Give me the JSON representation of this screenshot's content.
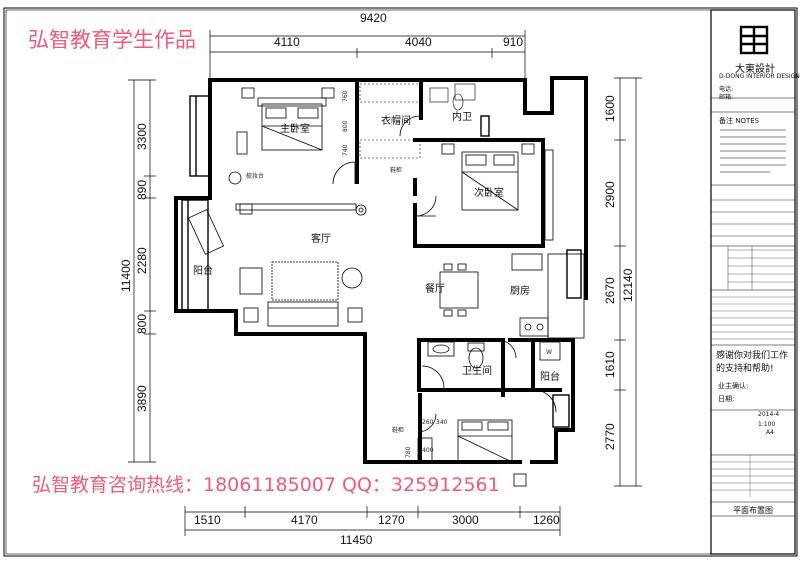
{
  "promo": {
    "top": "弘智教育学生作品",
    "bottom": "弘智教育咨询热线：18061185007  QQ：325912561"
  },
  "dimensions": {
    "top_total": "9420",
    "top": [
      "4110",
      "4040",
      "910"
    ],
    "bottom": [
      "1510",
      "4170",
      "1270",
      "3000",
      "1260"
    ],
    "bottom_total": "11450",
    "left_total": "11400",
    "left": [
      "3300",
      "890",
      "2280",
      "800",
      "3890"
    ],
    "right_total": "12140",
    "right": [
      "1600",
      "2900",
      "2670",
      "1610",
      "2770"
    ],
    "inner": [
      "760",
      "800",
      "740",
      "260",
      "340",
      "780",
      "400"
    ]
  },
  "rooms": {
    "master_bedroom": "主卧室",
    "cloakroom": "衣帽间",
    "inner_bath": "内卫",
    "second_bedroom": "次卧室",
    "balcony_left": "阳台",
    "living_room": "客厅",
    "dining": "餐厅",
    "kitchen": "厨房",
    "bathroom": "卫生间",
    "balcony_right": "阳台",
    "dresser": "梳妆台",
    "shoe_cabinet_small": "鞋柜",
    "shoe_cabinet_note": "鞋柜",
    "washer": "W"
  },
  "title_block": {
    "logo_text": "大東設計",
    "logo_sub": "D-DONG INTERIOR DESIGN",
    "phone": "电话:",
    "email": "邮箱:",
    "notes": "备注 NOTES",
    "thanks": "感谢你对我们工作的支持和帮助!",
    "owner": "业主确认:",
    "date": "日期:",
    "date_value": "2014-4",
    "scale": "1:100",
    "paper": "A4",
    "drawing_title": "平面布置图"
  }
}
